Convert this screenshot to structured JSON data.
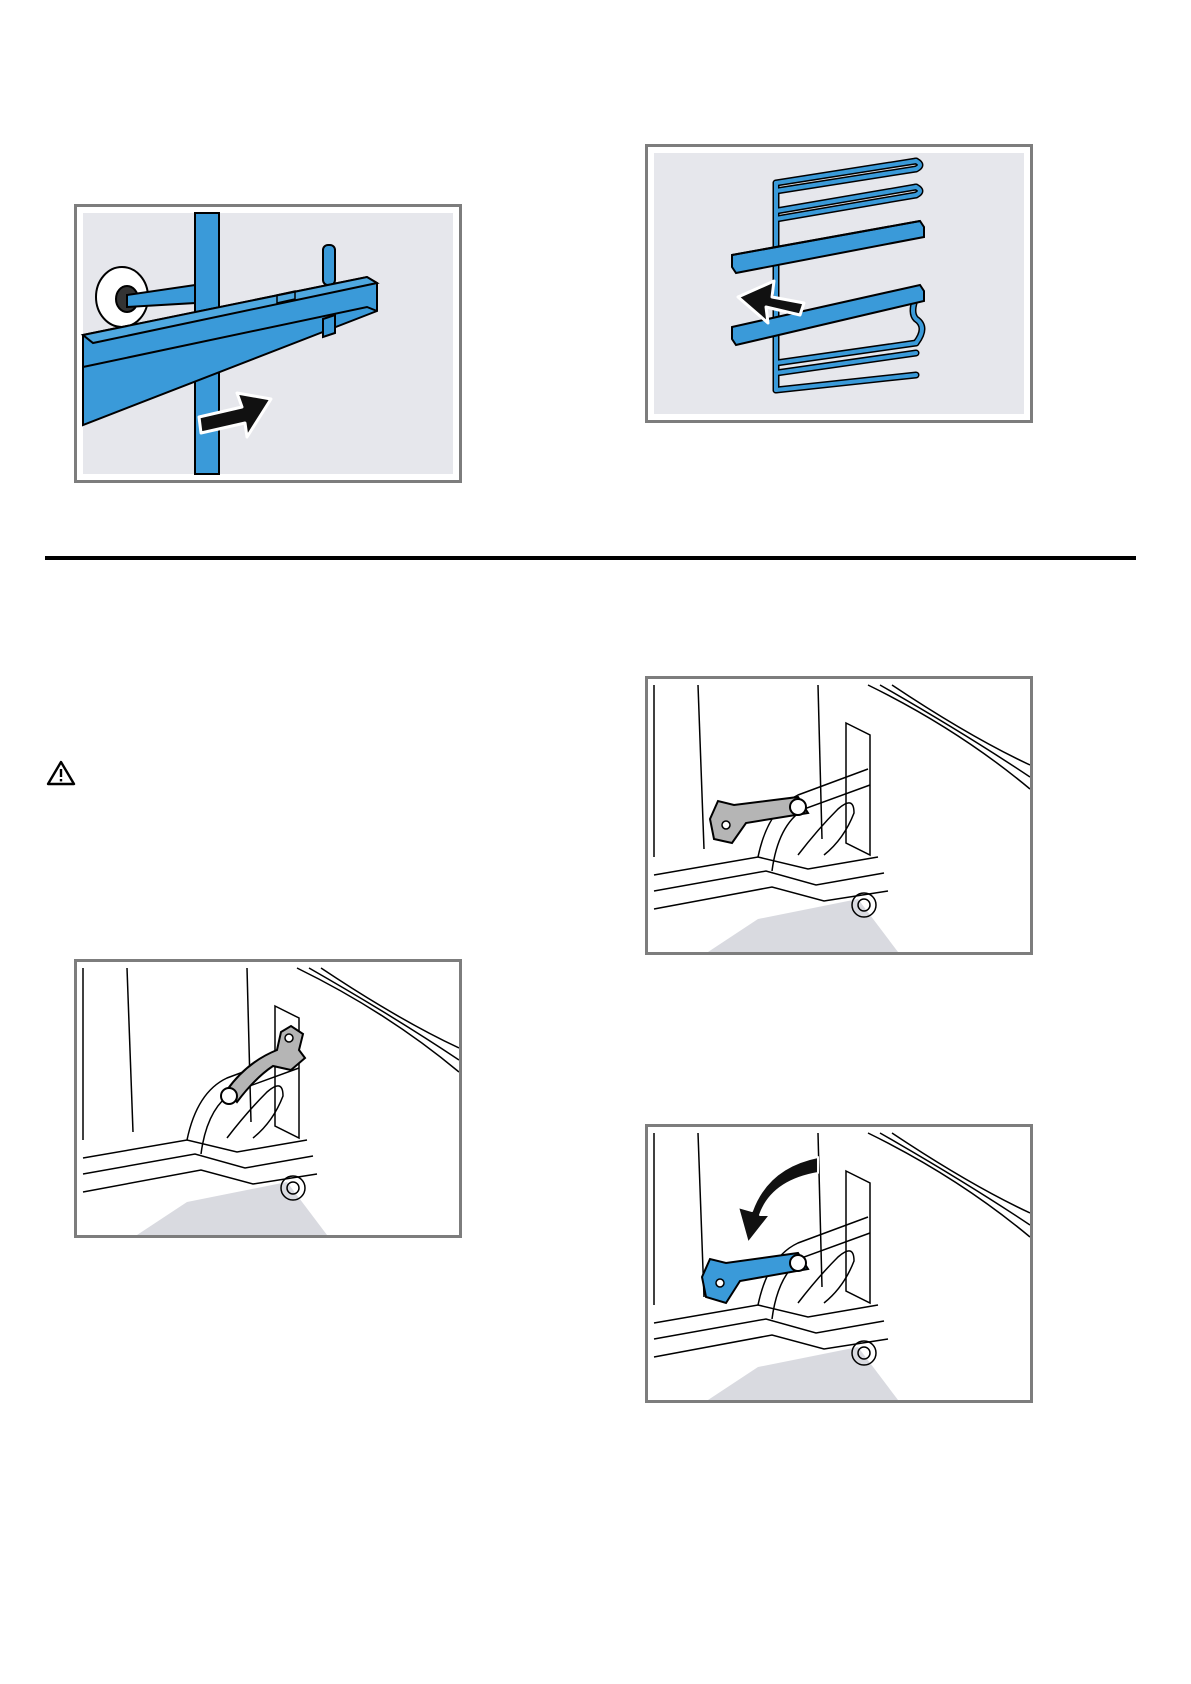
{
  "figures": [
    {
      "id": "rail-hook",
      "icon": "arrow-right-icon"
    },
    {
      "id": "rack-remove",
      "icon": "arrow-left-icon"
    },
    {
      "id": "hinge-lever-up",
      "icon": ""
    },
    {
      "id": "hinge-lever-flat",
      "icon": ""
    },
    {
      "id": "hinge-lever-fold",
      "icon": "curved-arrow-icon"
    }
  ],
  "colors": {
    "accent_blue": "#3a9ad9",
    "panel_grey": "#e6e7ec",
    "frame_grey": "#7d7d7d",
    "floor_grey": "#d9dae0",
    "lever_grey": "#b5b5b5",
    "ink": "#000000"
  },
  "warning": {
    "icon": "warning-triangle-icon"
  }
}
